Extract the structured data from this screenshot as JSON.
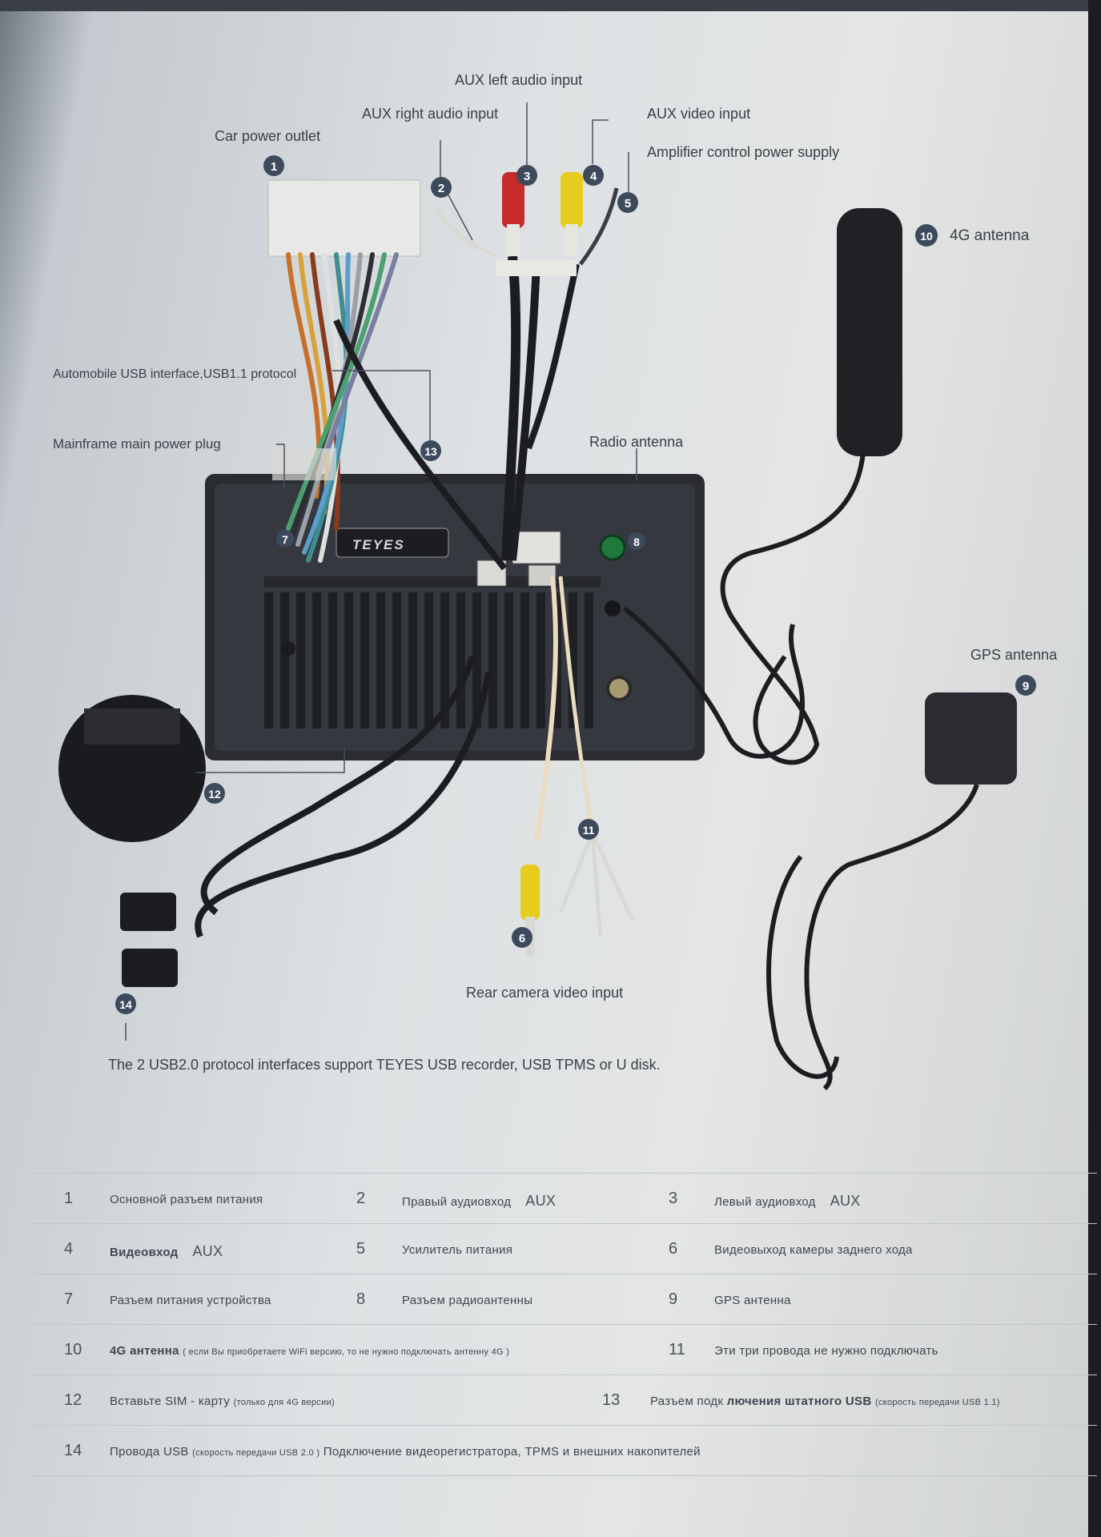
{
  "labels": {
    "l1": "Car power outlet",
    "l2": "AUX right audio input",
    "l3": "AUX left audio input",
    "l4": "AUX video input",
    "l5": "Amplifier control power supply",
    "l10": "4G antenna",
    "l13": "Automobile USB interface,USB1.1 protocol",
    "l7": "Mainframe main power plug",
    "l8": "Radio antenna",
    "l9": "GPS antenna",
    "l6": "Rear camera video input",
    "l14": "The 2 USB2.0 protocol interfaces support TEYES USB recorder, USB TPMS or U disk."
  },
  "brand": "TEYES",
  "badges": [
    "1",
    "2",
    "3",
    "4",
    "5",
    "6",
    "7",
    "8",
    "9",
    "10",
    "11",
    "12",
    "13",
    "14"
  ],
  "legend": {
    "r1": {
      "n1": "1",
      "t1": "Основной разъем питания",
      "n2": "2",
      "t2": "Правый аудиовход",
      "a2": "AUX",
      "n3": "3",
      "t3": "Левый аудиовход",
      "a3": "AUX"
    },
    "r2": {
      "n1": "4",
      "t1": "Видеовход",
      "a1": "AUX",
      "n2": "5",
      "t2": "Усилитель питания",
      "n3": "6",
      "t3": "Видеовыход камеры заднего хода"
    },
    "r3": {
      "n1": "7",
      "t1": "Разъем питания устройства",
      "n2": "8",
      "t2": "Разъем радиоантенны",
      "n3": "9",
      "t3": "GPS  антенна"
    },
    "r4": {
      "n1": "10",
      "t1": "4G антенна",
      "t1b": "( если Вы приобретаете  WiFi  версию, то не нужно подключать антенну 4G )",
      "n3": "11",
      "t3": "Эти три провода не нужно подключать"
    },
    "r5": {
      "n1": "12",
      "t1": "Вставьте  SIM - карту",
      "t1b": "(только для 4G версии)",
      "n2": "13",
      "t2": "Разъем подк",
      "t2b": "лючения штатного USB",
      "t2c": "(скорость передачи  USB 1.1)"
    },
    "r6": {
      "n1": "14",
      "t1": "Провода USB",
      "t1b": "(скорость передачи  USB 2.0 )",
      "t1c": "Подключение видеорегистратора, TPMS  и внешних накопителей"
    }
  },
  "colors": {
    "badge": "#3d4a5c",
    "wire": "#1c1d21",
    "rca_red": "#c62a2a",
    "rca_yellow": "#e6cc1d",
    "rca_white": "#e9e9e4"
  }
}
